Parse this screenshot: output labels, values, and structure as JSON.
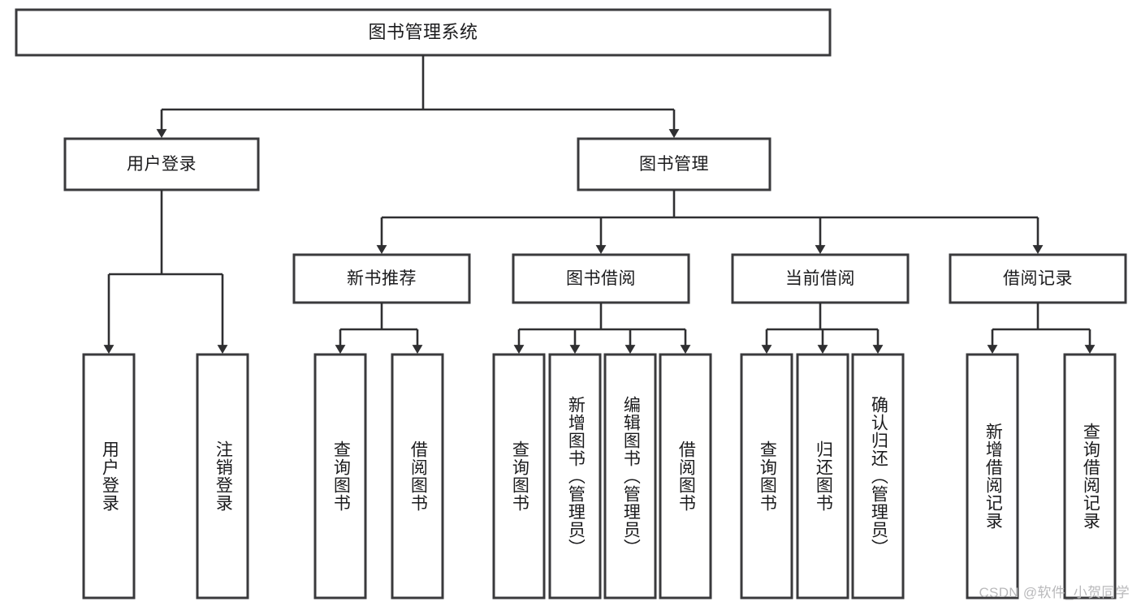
{
  "diagram": {
    "title": "图书管理系统",
    "type": "tree",
    "watermark": "CSDN @软件_小贺同学",
    "colors": {
      "box_stroke": "#3a3a3c",
      "link_stroke": "#2f2f31",
      "box_fill": "#ffffff",
      "text": "#1b1b1d",
      "watermark": "#b9b9bb"
    },
    "nodes": {
      "root": {
        "label": "图书管理系统"
      },
      "level1": [
        {
          "label": "用户登录"
        },
        {
          "label": "图书管理"
        }
      ],
      "level2": [
        {
          "label": "新书推荐"
        },
        {
          "label": "图书借阅"
        },
        {
          "label": "当前借阅"
        },
        {
          "label": "借阅记录"
        }
      ],
      "leaves_user_login": [
        {
          "label": "用户登录"
        },
        {
          "label": "注销登录"
        }
      ],
      "leaves_new_book": [
        {
          "label": "查询图书"
        },
        {
          "label": "借阅图书"
        }
      ],
      "leaves_borrow": [
        {
          "label": "查询图书"
        },
        {
          "label": "新增图书（管理员）"
        },
        {
          "label": "编辑图书（管理员）"
        },
        {
          "label": "借阅图书"
        }
      ],
      "leaves_current": [
        {
          "label": "查询图书"
        },
        {
          "label": "归还图书"
        },
        {
          "label": "确认归还（管理员）"
        }
      ],
      "leaves_records": [
        {
          "label": "新增借阅记录"
        },
        {
          "label": "查询借阅记录"
        }
      ]
    }
  }
}
